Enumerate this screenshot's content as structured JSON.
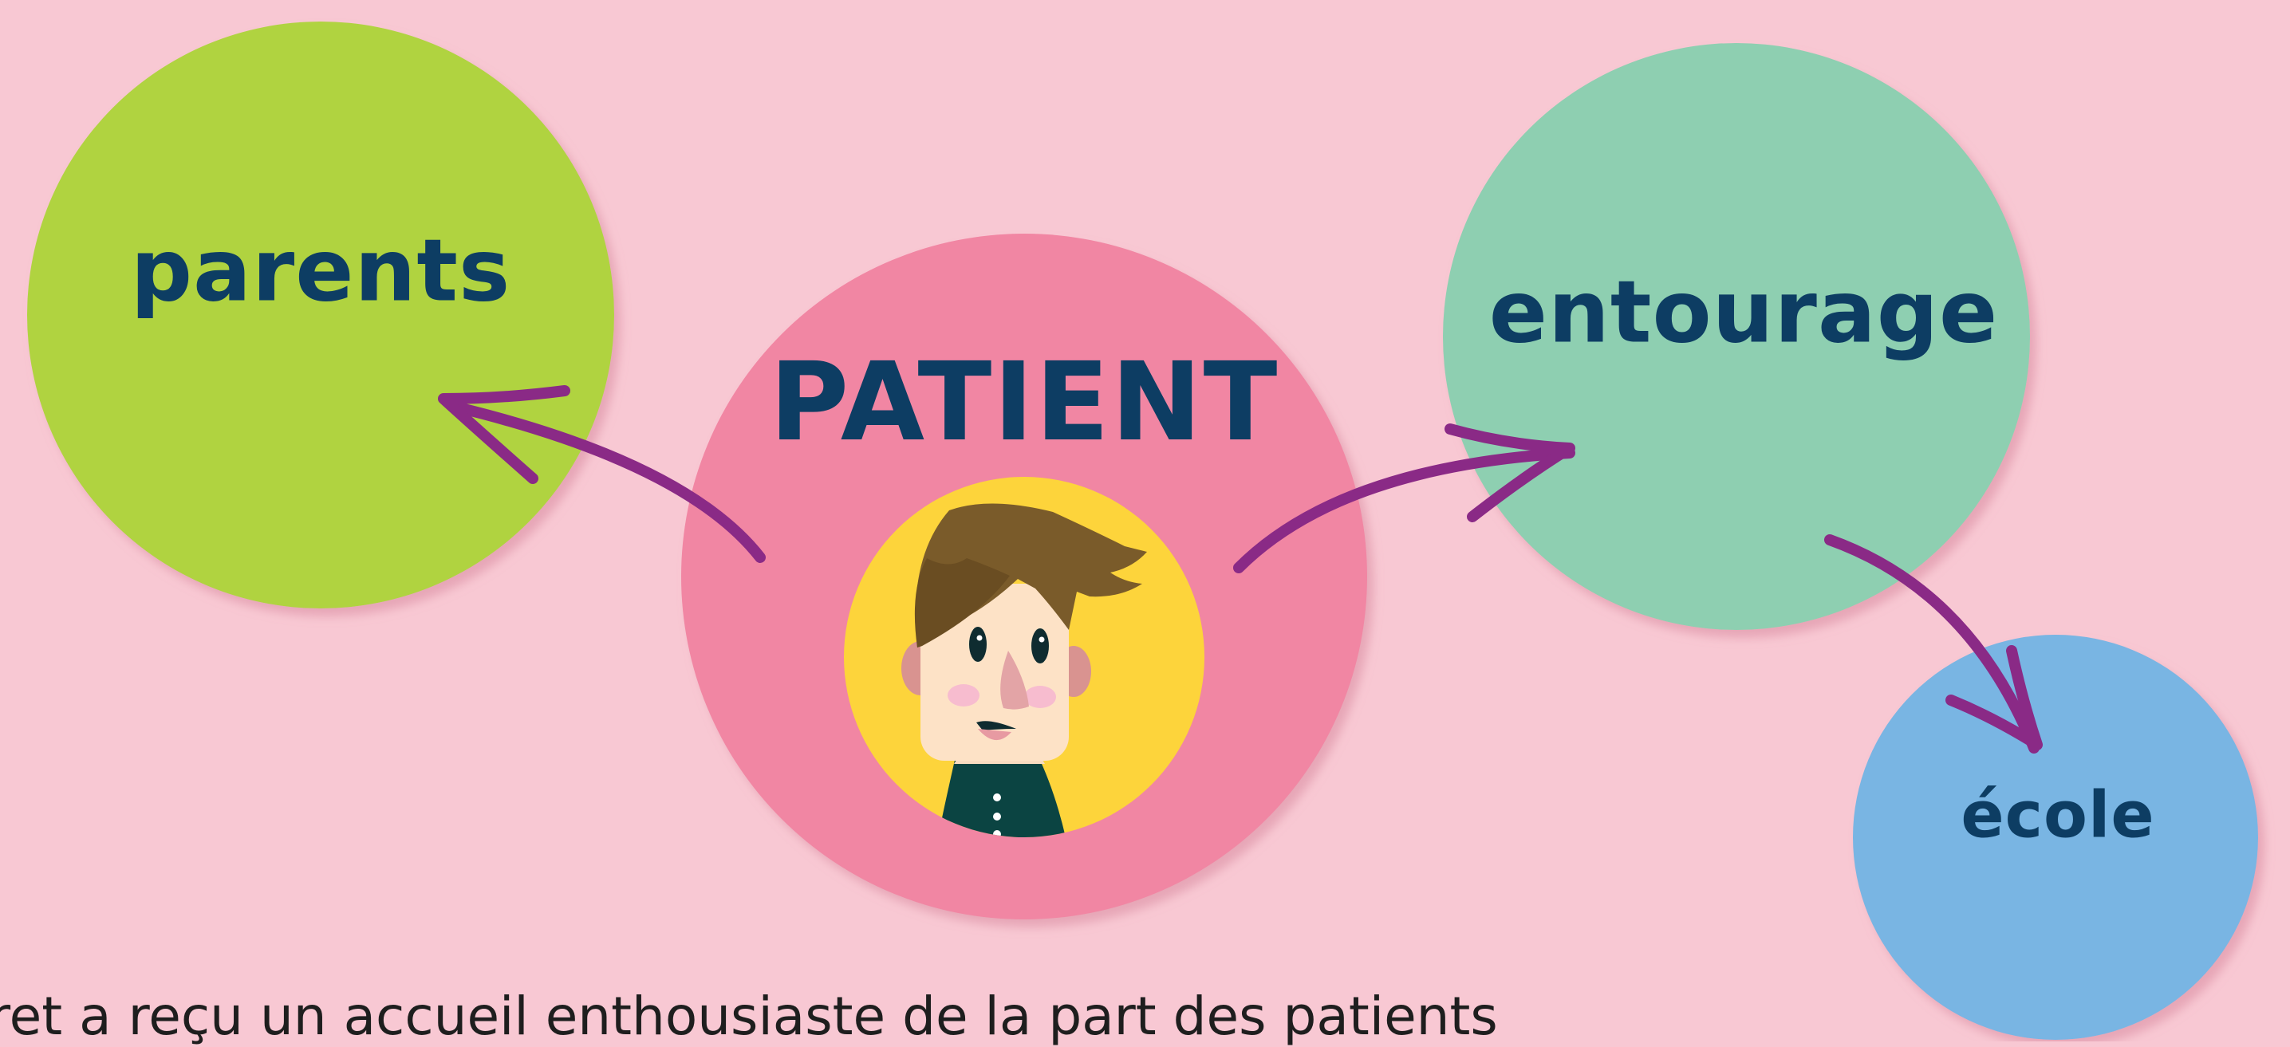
{
  "nodes": {
    "parents": {
      "label": "parents",
      "color": "#b0d341"
    },
    "patient": {
      "label": "PATIENT",
      "color": "#f186a3"
    },
    "entourage": {
      "label": "entourage",
      "color": "#8ecfb1"
    },
    "ecole": {
      "label": "école",
      "color": "#79b5e3"
    }
  },
  "avatar": {
    "icon": "boy-avatar-icon",
    "background": "#fdd43b"
  },
  "arrow_color": "#8a2a86",
  "text_color": "#0d3d63",
  "background": "#f8c8d3",
  "caption": "ret a reçu un accueil enthousiaste de la part des patients"
}
